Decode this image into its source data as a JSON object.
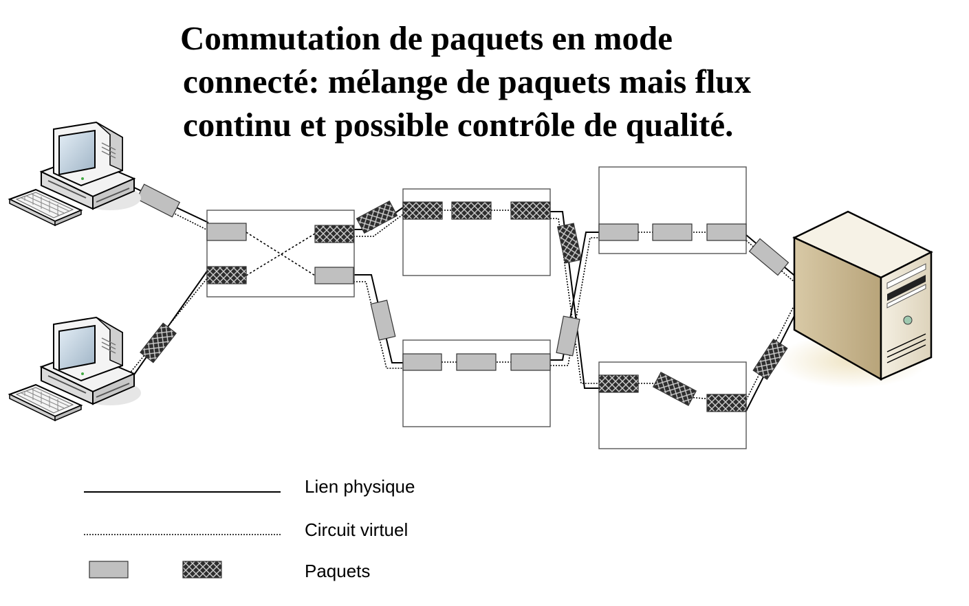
{
  "title": {
    "line1": "Commutation de paquets en mode",
    "line2": "connecté: mélange de paquets mais flux",
    "line3": "continu et possible contrôle de qualité."
  },
  "legend": {
    "physical_link": "Lien physique",
    "virtual_circuit": "Circuit virtuel",
    "packets": "Paquets"
  },
  "nodes": [
    {
      "id": "pc-top",
      "icon": "desktop-computer-icon"
    },
    {
      "id": "pc-bottom",
      "icon": "desktop-computer-icon"
    },
    {
      "id": "switch-1"
    },
    {
      "id": "switch-2-top"
    },
    {
      "id": "switch-2-bottom"
    },
    {
      "id": "switch-3-top"
    },
    {
      "id": "switch-3-bottom"
    },
    {
      "id": "server",
      "icon": "server-tower-icon"
    }
  ],
  "colors": {
    "packet_gray": "#c0c0c0",
    "packet_dark": "#3a3a3a",
    "line": "#000000",
    "server_body": "#e8dcc0"
  }
}
